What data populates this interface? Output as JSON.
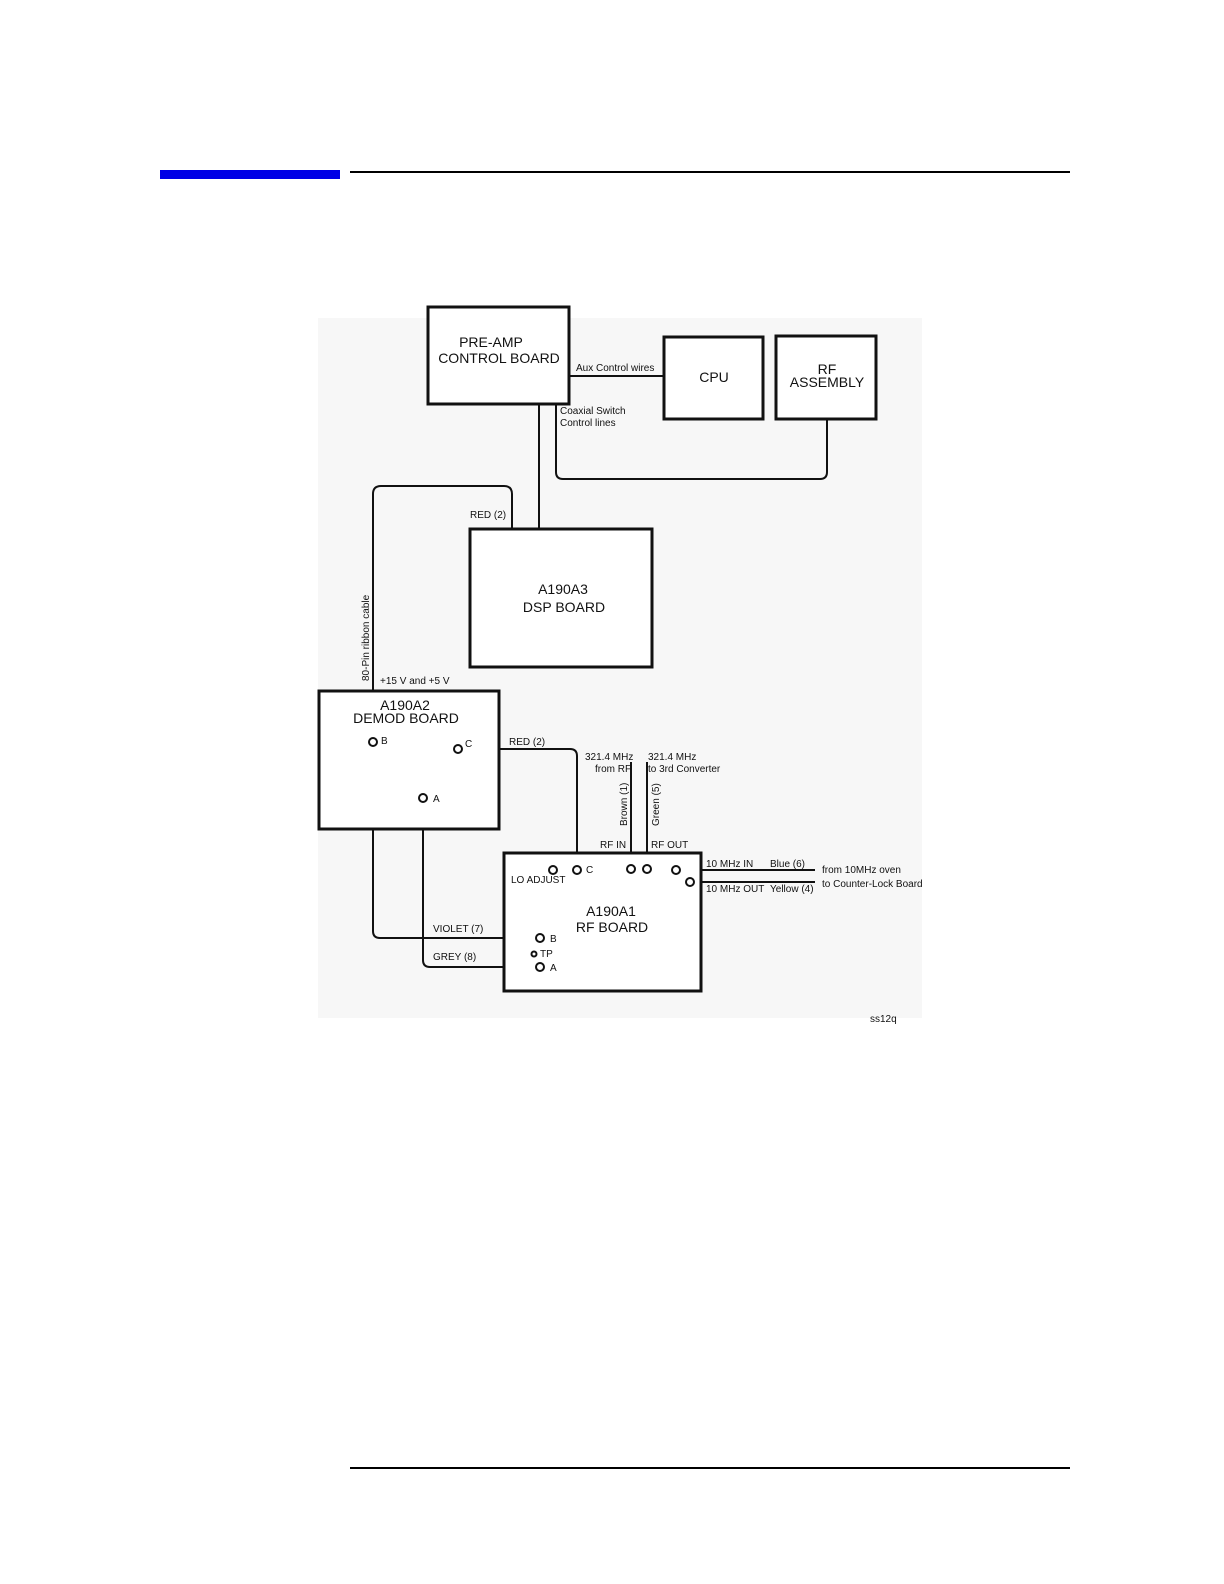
{
  "page": {
    "accent_color": "#0000e6"
  },
  "diagram": {
    "boards": {
      "preamp": [
        "PRE-AMP",
        "CONTROL BOARD"
      ],
      "cpu": [
        "CPU"
      ],
      "rf_assembly": [
        "RF",
        "ASSEMBLY"
      ],
      "dsp": [
        "A190A3",
        "DSP BOARD"
      ],
      "demod": [
        "A190A2",
        "DEMOD BOARD"
      ],
      "rf_board": [
        "A190A1",
        "RF BOARD"
      ]
    },
    "wires": {
      "aux_control": "Aux Control wires",
      "coax_switch": [
        "Coaxial Switch",
        "Control lines"
      ],
      "red_dsp": "RED (2)",
      "ribbon": "80-Pin ribbon cable",
      "supply": "+15 V and +5 V",
      "red_demod": "RED (2)",
      "rf_from": [
        "321.4 MHz",
        "from RF"
      ],
      "rf_to": [
        "321.4 MHz",
        "to 3rd Converter"
      ],
      "brown": "Brown (1)",
      "green": "Green (5)",
      "rf_in": "RF IN",
      "rf_out": "RF OUT",
      "mhz_in": "10 MHz IN",
      "blue": "Blue (6)",
      "mhz_out": "10 MHz OUT",
      "yellow": "Yellow (4)",
      "from_oven": "from 10MHz oven",
      "to_counter": "to Counter-Lock Board",
      "violet": "VIOLET (7)",
      "grey": "GREY (8)"
    },
    "ports": {
      "demod_b": "B",
      "demod_c": "C",
      "demod_a": "A",
      "rf_c": "C",
      "lo_adjust": "LO ADJUST",
      "rf_b": "B",
      "rf_tp": "TP",
      "rf_a": "A"
    },
    "figure_id": "ss12q"
  }
}
